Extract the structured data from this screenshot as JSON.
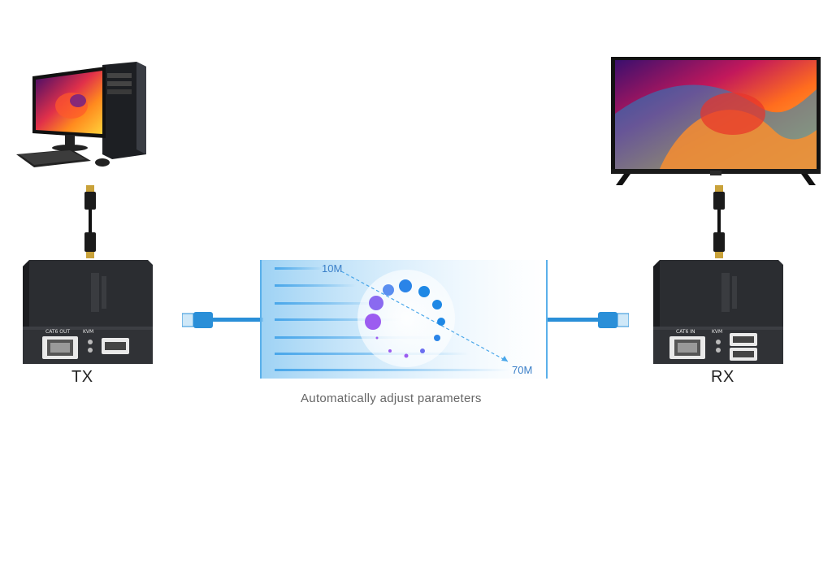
{
  "devices": {
    "tx": {
      "label": "TX",
      "port_label": "CAT6 OUT",
      "kvm_label": "KVM"
    },
    "rx": {
      "label": "RX",
      "port_label": "CAT6 IN",
      "kvm_label": "KVM"
    }
  },
  "transmission": {
    "min_label": "10M",
    "max_label": "70M",
    "caption": "Automatically adjust parameters"
  },
  "icons": [
    "computer-icon",
    "tv-icon",
    "hdmi-cable-icon",
    "rj45-cable-icon",
    "extender-box-icon"
  ],
  "colors": {
    "cable_blue": "#2a8fd8",
    "box_dark": "#2b2d31",
    "panel_blue": "#8ccaf2",
    "dot_blue": "#1e88e5",
    "dot_purple": "#9c5cf0"
  }
}
